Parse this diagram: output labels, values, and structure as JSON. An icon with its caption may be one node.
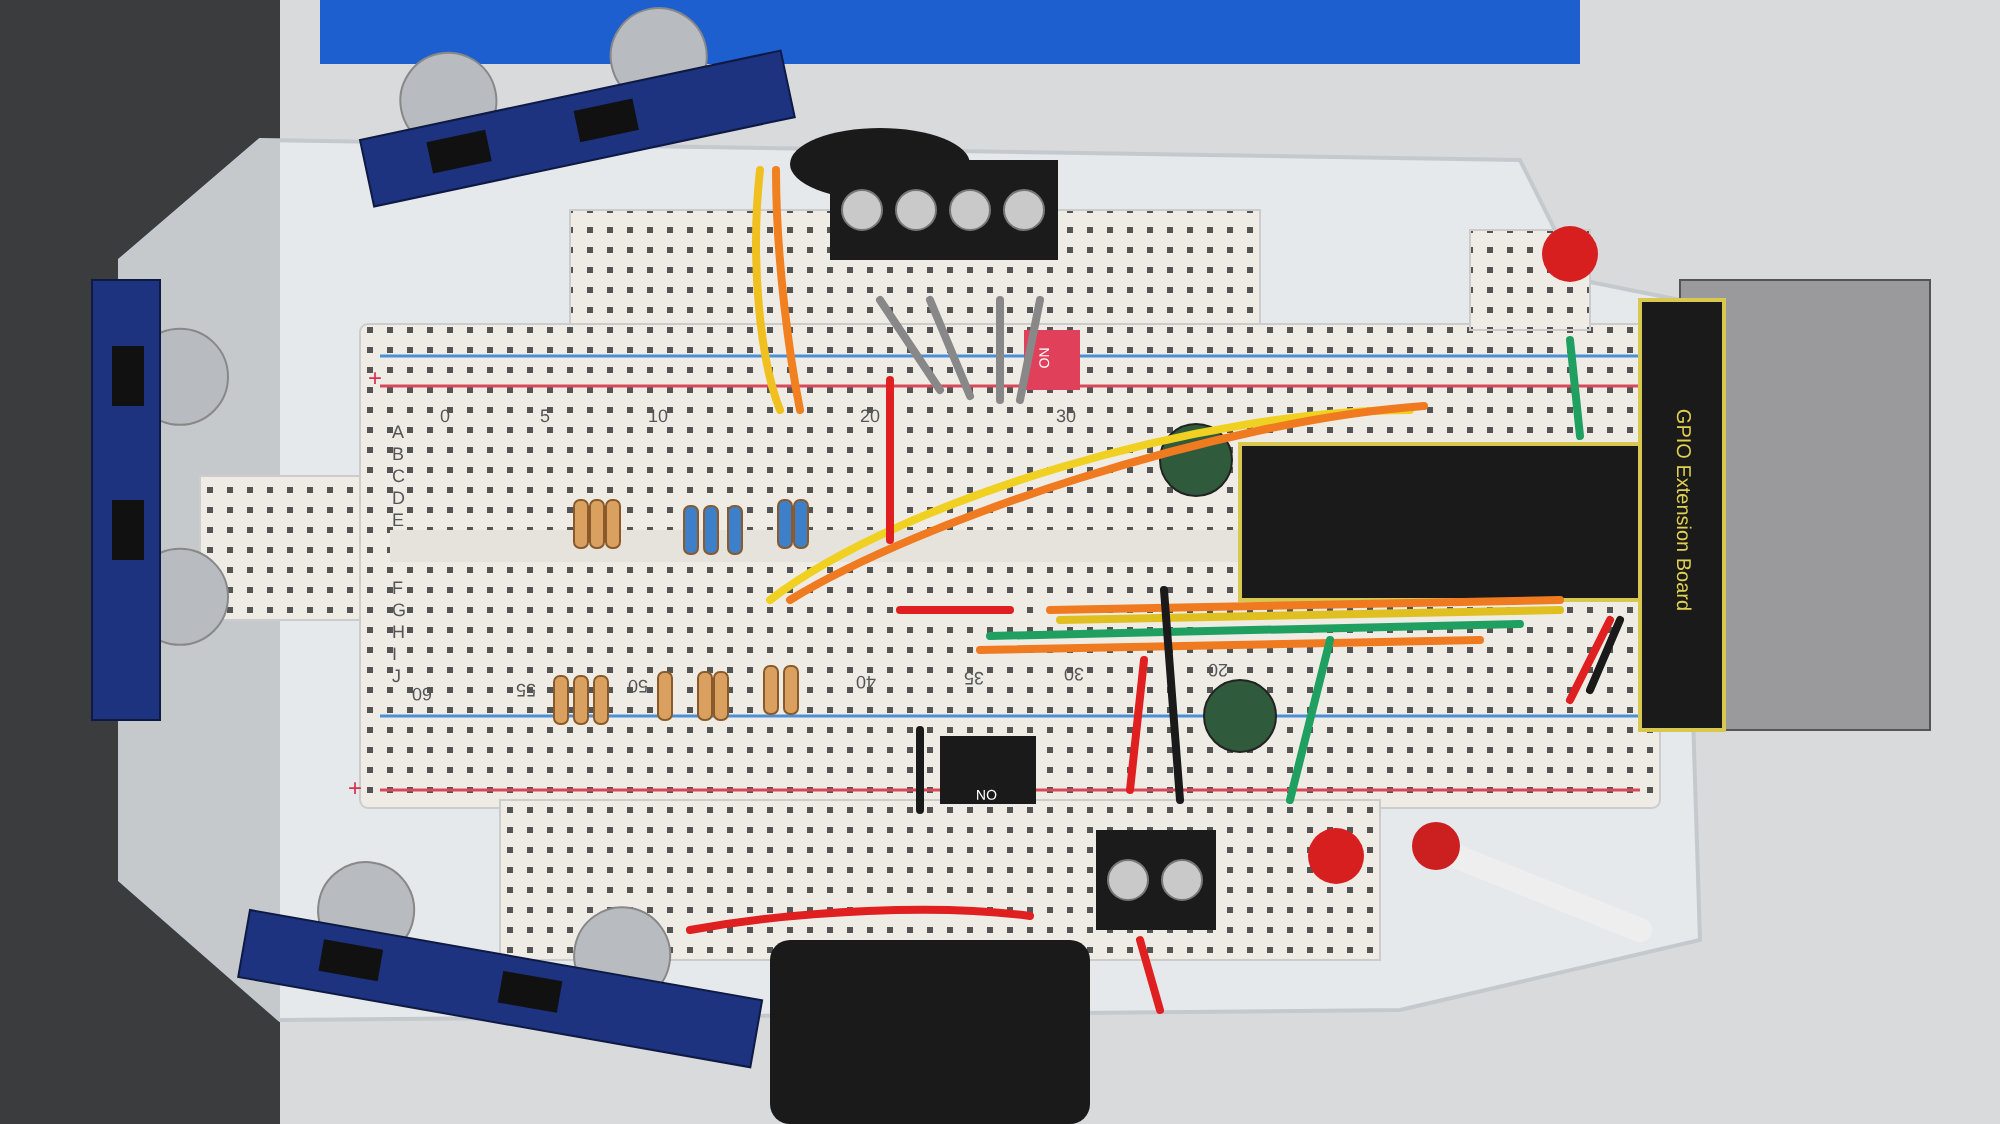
{
  "diagram": {
    "labels": [
      "+",
      "0",
      "5",
      "10",
      "20",
      "30",
      "A",
      "B",
      "C",
      "D",
      "E",
      "F",
      "G",
      "H",
      "I",
      "J",
      "60",
      "55",
      "50",
      "40",
      "35",
      "30",
      "20",
      "+",
      "GPIO Extension Board",
      "ON",
      "ON"
    ]
  }
}
